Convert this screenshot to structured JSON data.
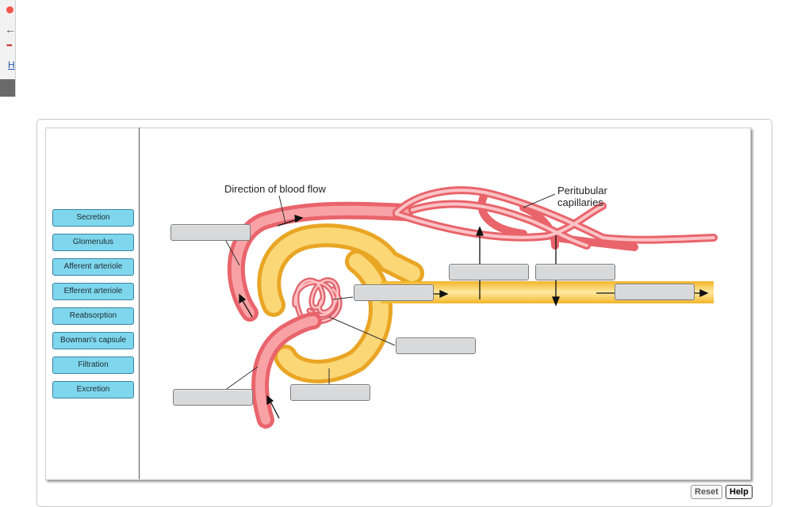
{
  "browser": {
    "link_initial": "H"
  },
  "labels": [
    "Secretion",
    "Glomerulus",
    "Afferent arteriole",
    "Efferent arteriole",
    "Reabsorption",
    "Bowman's capsule",
    "Filtration",
    "Excretion"
  ],
  "diagram": {
    "direction_label": "Direction of blood flow",
    "capillaries_label_line1": "Peritubular",
    "capillaries_label_line2": "capillaries"
  },
  "controls": {
    "reset_label": "Reset",
    "help_label": "Help"
  },
  "colors": {
    "label_fill": "#7ed7ec",
    "vessel": "#f07f86",
    "tubule": "#f7c64a",
    "target_fill": "#d8d9db"
  }
}
